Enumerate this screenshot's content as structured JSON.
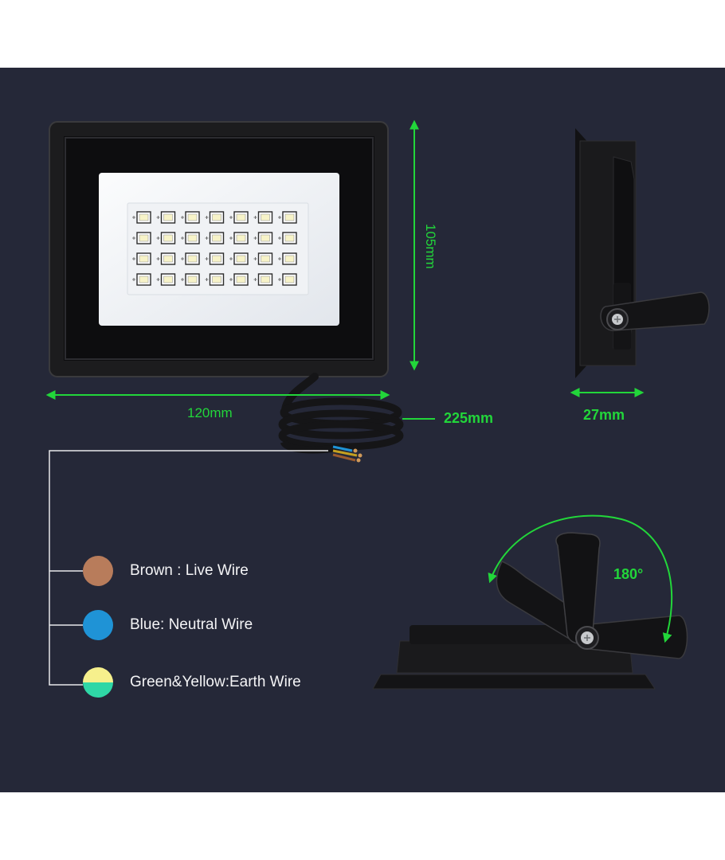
{
  "dimensions": {
    "width": "120mm",
    "height": "105mm",
    "cable_length": "225mm",
    "depth": "27mm",
    "rotation": "180°"
  },
  "wires": [
    {
      "label": "Brown : Live Wire",
      "color": "#b87c5b"
    },
    {
      "label": "Blue: Neutral Wire",
      "color": "#1f93d6"
    },
    {
      "label": "Green&Yellow:Earth Wire",
      "color_top": "#f6f08c",
      "color_bottom": "#2fd7a6"
    }
  ],
  "colors": {
    "background": "#252838",
    "dimension_lines": "#22d63a",
    "led_panel": "#f3f5f8",
    "housing": "#1a1a1c"
  }
}
